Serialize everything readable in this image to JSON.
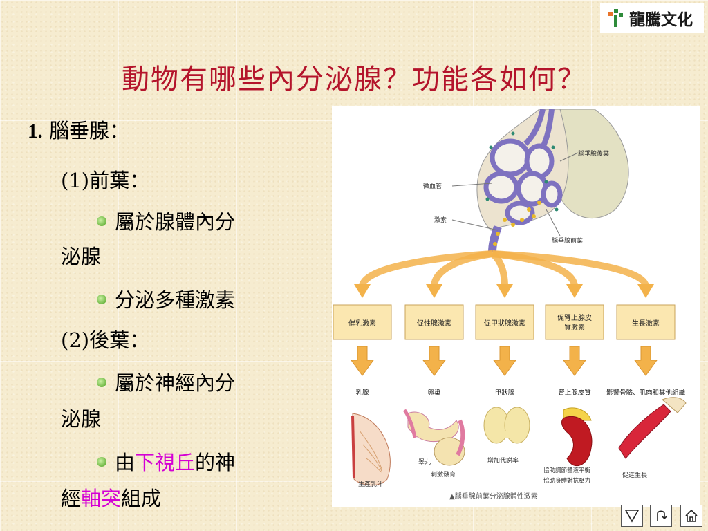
{
  "logo": {
    "text": "龍騰文化"
  },
  "title": "動物有哪些內分泌腺？功能各如何？",
  "content": {
    "item1_num": "1.",
    "item1_text": "腦垂腺：",
    "sub1": "(1)前葉：",
    "b1_line1": "屬於腺體內分",
    "b1_line2": "泌腺",
    "b2": "分泌多種激素",
    "sub2": "(2)後葉：",
    "b3_line1": "屬於神經內分",
    "b3_line2": "泌腺",
    "b4_pre": "由",
    "b4_hl1": "下視丘",
    "b4_mid": "的神",
    "b4_line2_pre": "經",
    "b4_hl2": "軸突",
    "b4_line2_post": "組成"
  },
  "figure": {
    "posterior_label": "腦垂腺後葉",
    "capillary_label": "微血管",
    "hormone_label": "激素",
    "anterior_label": "腦垂腺前葉",
    "hormones": [
      {
        "lines": [
          "催乳激素"
        ]
      },
      {
        "lines": [
          "促性腺激素"
        ]
      },
      {
        "lines": [
          "促甲狀腺激素"
        ]
      },
      {
        "lines": [
          "促腎上腺皮",
          "質激素"
        ]
      },
      {
        "lines": [
          "生長激素"
        ]
      }
    ],
    "targets": [
      "乳腺",
      "卵巢",
      "甲狀腺",
      "腎上腺皮質",
      "影響骨骼、肌肉和其他組織"
    ],
    "effects": {
      "mammary": "生產乳汁",
      "testis": "睪丸",
      "gonad_effect": "刺激發育",
      "thyroid_effect": "增加代謝率",
      "adrenal_effect1": "協助調節體液平衡",
      "adrenal_effect2": "協助身體對抗壓力",
      "growth_effect": "促進生長"
    },
    "caption": "▲腦垂腺前葉分泌腺體性激素"
  },
  "colors": {
    "title": "#b4142b",
    "highlight": "#d400d4",
    "box": "#fbe7b0",
    "arrow": "#f3b24a"
  },
  "nav": {
    "icons": [
      "down-triangle-icon",
      "return-icon",
      "home-icon"
    ]
  }
}
